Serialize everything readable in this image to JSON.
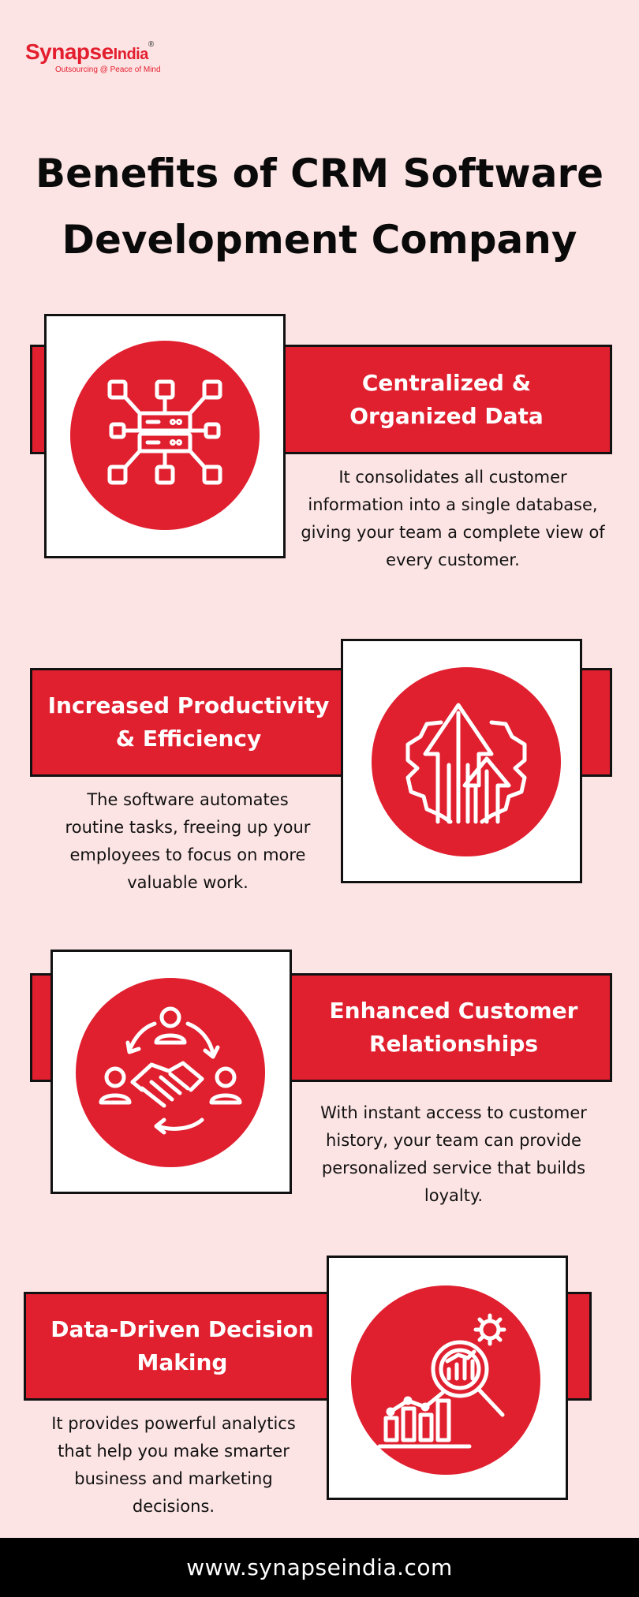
{
  "brand": {
    "name_main": "Synapse",
    "name_suffix": "India",
    "registered": "®",
    "tagline": "Outsourcing @ Peace of Mind",
    "accent_color": "#e01f2f"
  },
  "title": {
    "line1": "Benefits of CRM Software",
    "line2": "Development Company"
  },
  "sections": [
    {
      "heading": [
        "Centralized &",
        "Organized Data"
      ],
      "description": [
        "It consolidates all customer",
        "information into a single database,",
        "giving your team a complete view of",
        "every customer."
      ],
      "icon": "database-network-icon"
    },
    {
      "heading": [
        "Increased Productivity",
        "& Efficiency"
      ],
      "description": [
        "The software automates",
        "routine tasks, freeing up your",
        "employees to focus on more",
        "valuable work."
      ],
      "icon": "gear-arrows-up-icon"
    },
    {
      "heading": [
        "Enhanced Customer",
        "Relationships"
      ],
      "description": [
        "With instant access to customer",
        "history, your team can provide",
        "personalized service that builds",
        "loyalty."
      ],
      "icon": "handshake-people-icon"
    },
    {
      "heading": [
        "Data-Driven Decision",
        "Making"
      ],
      "description": [
        "It provides powerful analytics",
        "that help you make smarter",
        "business and marketing",
        "decisions."
      ],
      "icon": "analytics-magnifier-icon"
    }
  ],
  "footer": {
    "url": "www.synapseindia.com"
  }
}
